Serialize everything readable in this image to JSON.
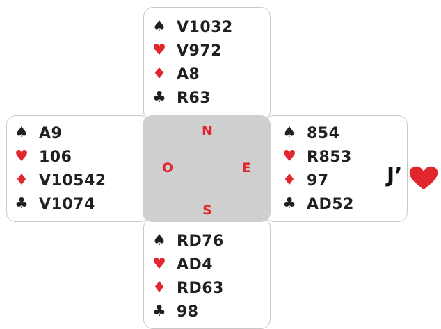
{
  "directions": {
    "north": "N",
    "south": "S",
    "west": "O",
    "east": "E"
  },
  "hands": {
    "north": {
      "spades": "V1032",
      "hearts": "V972",
      "diamonds": "A8",
      "clubs": "R63"
    },
    "south": {
      "spades": "RD76",
      "hearts": "AD4",
      "diamonds": "RD63",
      "clubs": "98"
    },
    "west": {
      "spades": "A9",
      "hearts": "106",
      "diamonds": "V10542",
      "clubs": "V1074"
    },
    "east": {
      "spades": "854",
      "hearts": "R853",
      "diamonds": "97",
      "clubs": "AD52"
    }
  },
  "suit_symbols": {
    "spades": "♠",
    "hearts": "♥",
    "diamonds": "♦",
    "clubs": "♣"
  },
  "logo": {
    "text": "J’",
    "heart_icon": "heart-icon"
  },
  "colors": {
    "red": "#e1262d",
    "black": "#231f20",
    "center": "#cfcfcf"
  }
}
